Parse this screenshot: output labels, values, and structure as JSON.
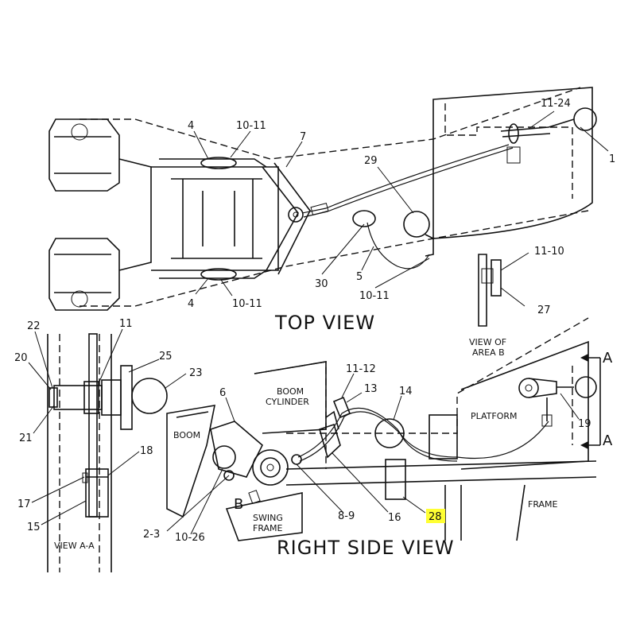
{
  "views": {
    "top_title": "TOP VIEW",
    "right_title": "RIGHT SIDE VIEW",
    "area_b_line1": "VIEW OF",
    "area_b_line2": "AREA B",
    "view_aa": "VIEW A-A"
  },
  "part_labels": {
    "boom_cylinder_1": "BOOM",
    "boom_cylinder_2": "CYLINDER",
    "boom": "BOOM",
    "platform": "PLATFORM",
    "frame": "FRAME",
    "swing_frame_1": "SWING",
    "swing_frame_2": "FRAME",
    "section_a_top": "A",
    "section_a_bottom": "A",
    "area_b": "B"
  },
  "callouts": {
    "c4_top": "4",
    "c10_11_top": "10-11",
    "c7": "7",
    "c11_24": "11-24",
    "c1": "1",
    "c29": "29",
    "c30": "30",
    "c5": "5",
    "c10_11_mid": "10-11",
    "c4_bottom": "4",
    "c10_11_bottom": "10-11",
    "c11_10": "11-10",
    "c27": "27",
    "c22": "22",
    "c11_aa": "11",
    "c20": "20",
    "c25": "25",
    "c23": "23",
    "c21": "21",
    "c18": "18",
    "c17": "17",
    "c15": "15",
    "c6": "6",
    "c11_12": "11-12",
    "c13": "13",
    "c14": "14",
    "c19": "19",
    "c2_3": "2-3",
    "c10_26": "10-26",
    "c8_9": "8-9",
    "c16": "16",
    "c28": "28"
  },
  "highlight_color": "#ffff33"
}
